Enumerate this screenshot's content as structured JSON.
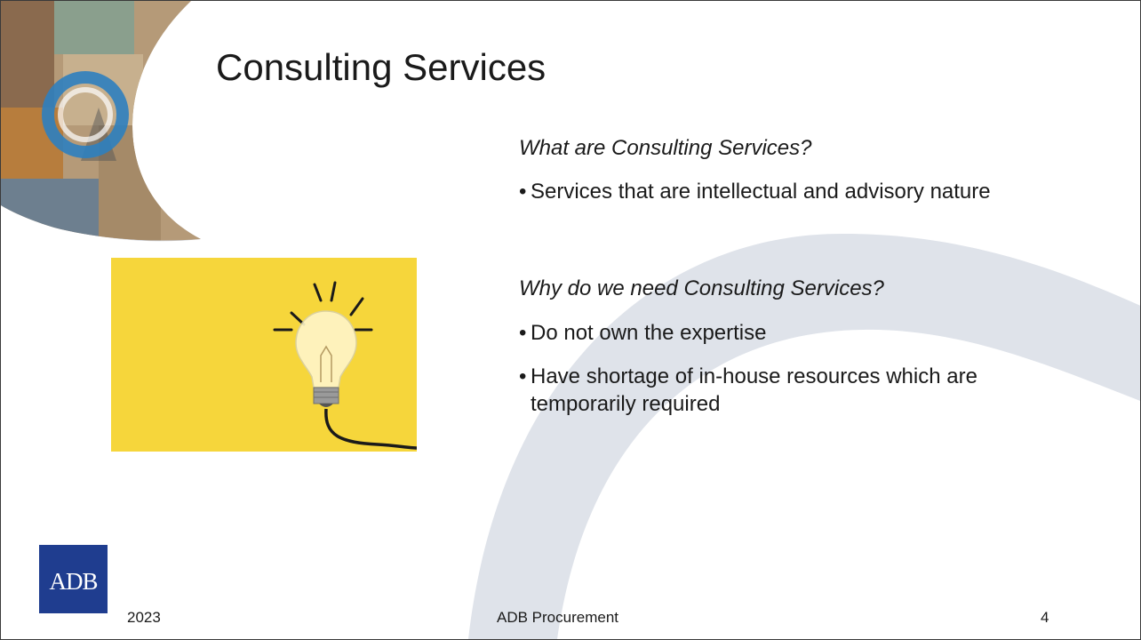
{
  "slide": {
    "title": "Consulting Services",
    "sections": [
      {
        "question": "What are Consulting Services?",
        "bullets": [
          "Services that are intellectual and advisory nature"
        ]
      },
      {
        "question": "Why do we need Consulting Services?",
        "bullets": [
          "Do not own the expertise",
          "Have shortage of in-house resources which are temporarily required"
        ]
      }
    ]
  },
  "logo": {
    "text": "ADB",
    "color": "#1f3d8f"
  },
  "footer": {
    "year": "2023",
    "center": "ADB Procurement",
    "page_number": "4"
  },
  "images": {
    "corner_photo_collage": "development-photo-collage",
    "main_illustration": "light-bulb-on-yellow-background"
  },
  "colors": {
    "accent_arc": "#dfe3ea",
    "bulb_background": "#f6d63b",
    "ring_blue": "#2e7fbf"
  }
}
